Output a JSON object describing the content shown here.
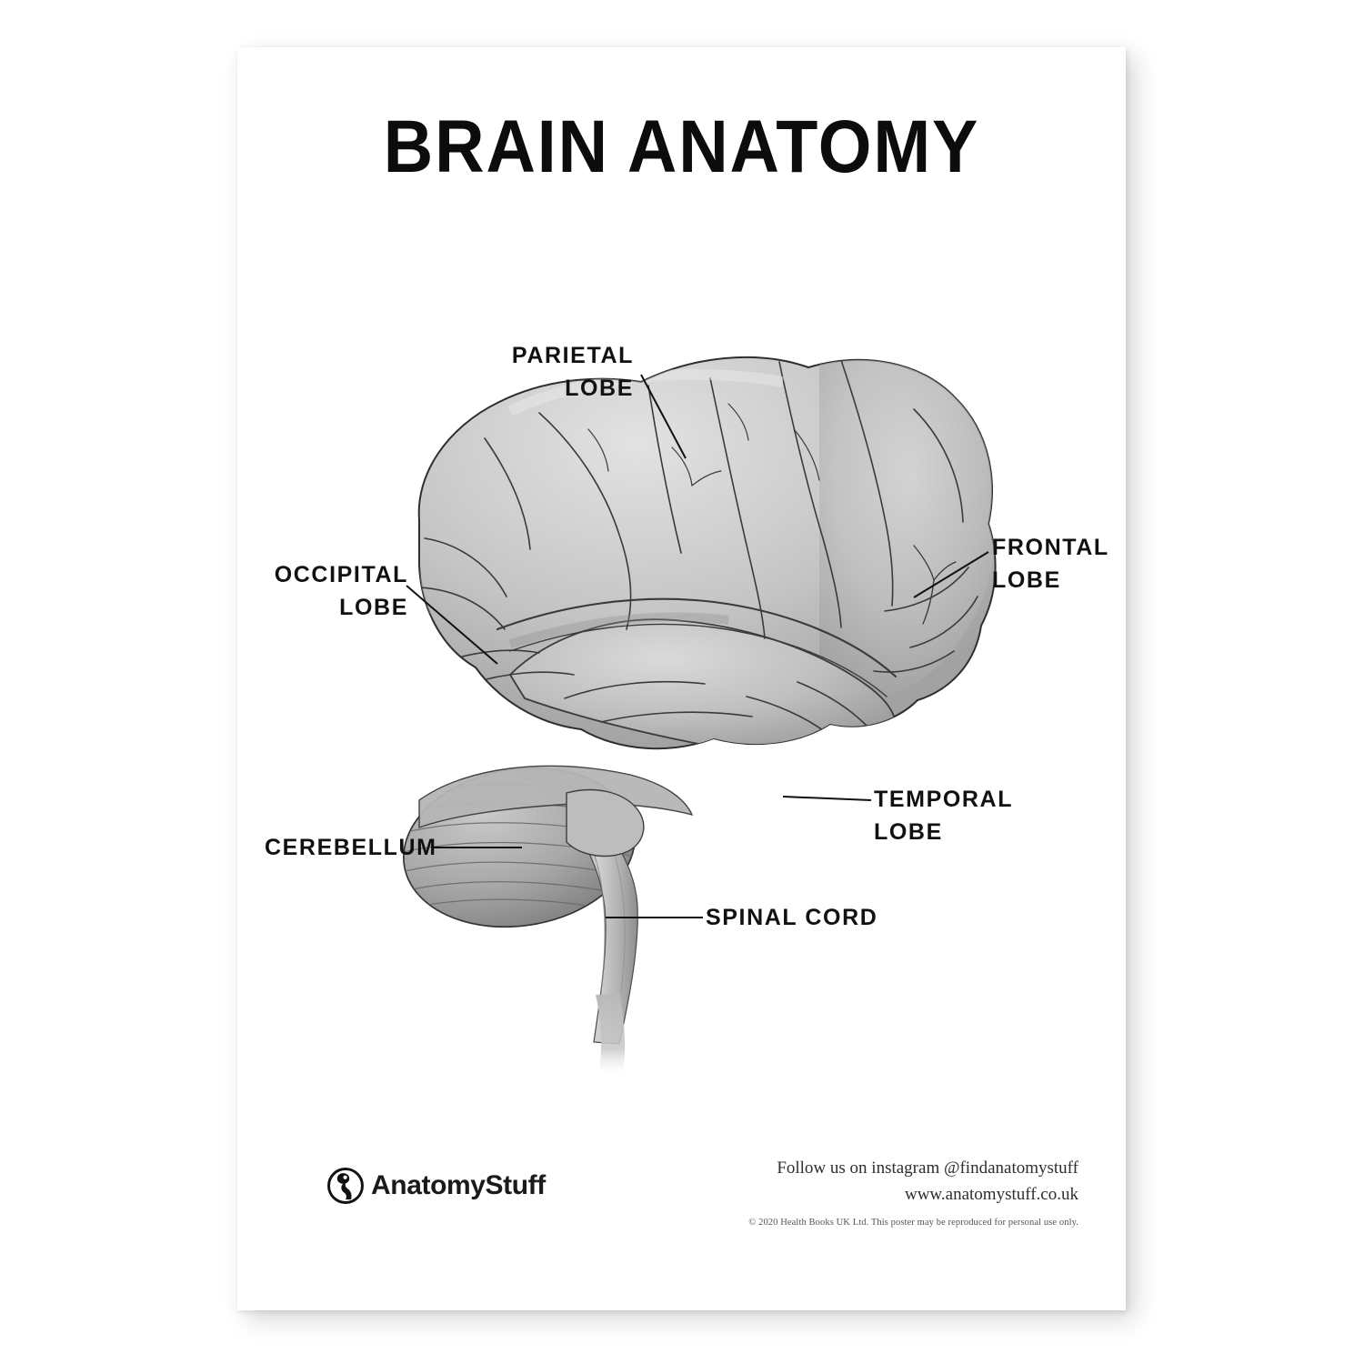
{
  "poster": {
    "title": "BRAIN ANATOMY",
    "background_color": "#ffffff",
    "page_background": "#ffffff"
  },
  "illustration": {
    "name": "lateral-view-human-brain",
    "style": "grayscale-shaded-line-drawing",
    "fill_light": "#d9d9d9",
    "fill_mid": "#b4b4b4",
    "fill_dark": "#8d8d8d",
    "stroke": "#2b2b2b",
    "leader_line_color": "#111111"
  },
  "labels": [
    {
      "id": "parietal",
      "line1": "PARIETAL",
      "line2": "LOBE",
      "align": "right"
    },
    {
      "id": "occipital",
      "line1": "OCCIPITAL",
      "line2": "LOBE",
      "align": "right"
    },
    {
      "id": "frontal",
      "line1": "FRONTAL",
      "line2": "LOBE",
      "align": "left"
    },
    {
      "id": "temporal",
      "line1": "TEMPORAL",
      "line2": "LOBE",
      "align": "left"
    },
    {
      "id": "cerebellum",
      "line1": "CEREBELLUM",
      "line2": "",
      "align": "right"
    },
    {
      "id": "spinal",
      "line1": "SPINAL CORD",
      "line2": "",
      "align": "left"
    }
  ],
  "footer": {
    "brand": "AnatomyStuff",
    "logo_icon": "anatomystuff-circle-figure-logo",
    "instagram_line": "Follow us on instagram @findanatomystuff",
    "website_line": "www.anatomystuff.co.uk",
    "copyright": "© 2020 Health Books UK Ltd. This poster may be reproduced for personal use only."
  }
}
